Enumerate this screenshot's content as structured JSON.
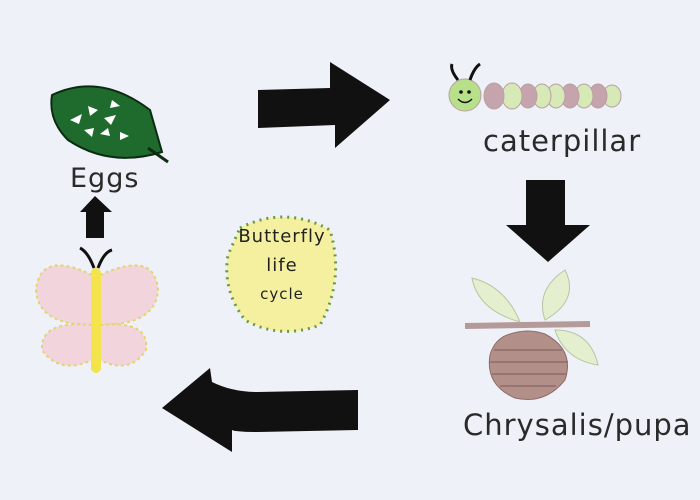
{
  "title": "Butterfly life cycle",
  "center": {
    "line1": "Butterfly",
    "line2": "life",
    "line3": "cycle"
  },
  "stages": [
    {
      "label": "Eggs",
      "icon": "leaf-with-eggs-icon"
    },
    {
      "label": "caterpillar",
      "icon": "caterpillar-icon"
    },
    {
      "label": "Chrysalis/pupa",
      "icon": "chrysalis-icon"
    },
    {
      "label": "",
      "icon": "butterfly-icon"
    }
  ],
  "colors": {
    "background": "#eef1f7",
    "arrow": "#111111",
    "leaf": "#1f6b2e",
    "center_fill": "#f4f0a0",
    "wings": "#f1d4dc",
    "body": "#f2e44a"
  }
}
